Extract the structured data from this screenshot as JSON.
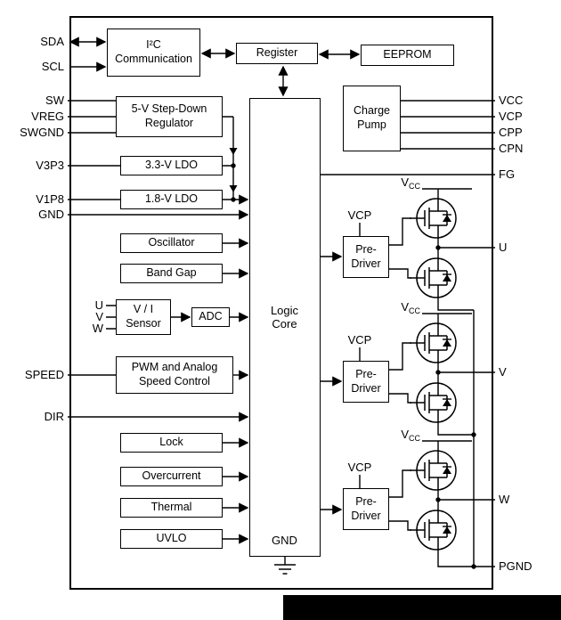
{
  "chip": {
    "pins_left": [
      "SDA",
      "SCL",
      "SW",
      "VREG",
      "SWGND",
      "V3P3",
      "V1P8",
      "GND",
      "SPEED",
      "DIR"
    ],
    "pins_right": [
      "VCC",
      "VCP",
      "CPP",
      "CPN",
      "FG",
      "U",
      "V",
      "W",
      "PGND"
    ],
    "sensor_inputs": [
      "U",
      "V",
      "W"
    ],
    "blocks": {
      "i2c": "I²C\nCommunication",
      "register": "Register",
      "eeprom": "EEPROM",
      "stepdown": "5-V Step-Down\nRegulator",
      "ldo33": "3.3-V LDO",
      "ldo18": "1.8-V LDO",
      "oscillator": "Oscillator",
      "bandgap": "Band Gap",
      "vi_sensor": "V / I\nSensor",
      "adc": "ADC",
      "pwm": "PWM and Analog\nSpeed Control",
      "lock": "Lock",
      "overcurrent": "Overcurrent",
      "thermal": "Thermal",
      "uvlo": "UVLO",
      "logic_core": "Logic\nCore",
      "logic_gnd": "GND",
      "charge_pump": "Charge\nPump",
      "pre_driver": "Pre-\nDriver"
    },
    "labels": {
      "vcp": "VCP",
      "vcc_main": "V",
      "vcc_sub": "CC"
    },
    "colors": {
      "line": "#000000",
      "background": "#ffffff"
    }
  }
}
